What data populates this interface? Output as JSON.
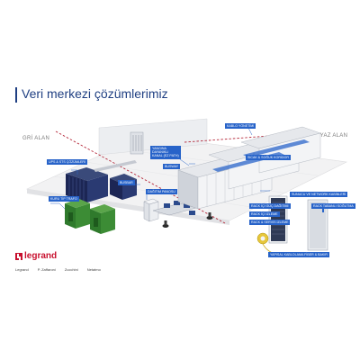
{
  "title": "Veri merkezi çözümlerimiz",
  "zones": {
    "grey": "GRİ ALAN",
    "white": "BEYAZ ALAN"
  },
  "labels": {
    "ups": "UPS & STS ÇÖZÜMLERİ",
    "dry_trafo": "KURU TİP TRAFO",
    "busbar_left": "BUSBAR",
    "distribution": "DAĞITIM PANOSU",
    "fire": "YANGINA DAYANIKLI KANAL (EZ PATH)",
    "busway": "BUSWAY",
    "cable": "KABLO YÖNETİMİ",
    "corridor": "SICAK & SOĞUK KORİDOR",
    "server_racks": "SUNUCU VE NETWORK KABİNLERİ",
    "rack_power": "RACK İÇİ GÜÇ DAĞITIMI",
    "rack_monitor": "RACK İÇİ İZLEME",
    "monitoring": "RACK & SERVİS İZLEME",
    "cooling": "RACK TABANLI SOĞUTMA",
    "cabling": "YAPISAL KABLOLAMA FİBER & BAKIR"
  },
  "brand": {
    "name": "legrand",
    "sub": [
      "Legrand",
      "P. Zaffaroni",
      "Zucchini",
      "Netatmo"
    ]
  },
  "colors": {
    "brand_red": "#c8102e",
    "tag_blue": "#2763c9",
    "title_blue": "#1f3f82",
    "divider_red": "#b5283a"
  }
}
